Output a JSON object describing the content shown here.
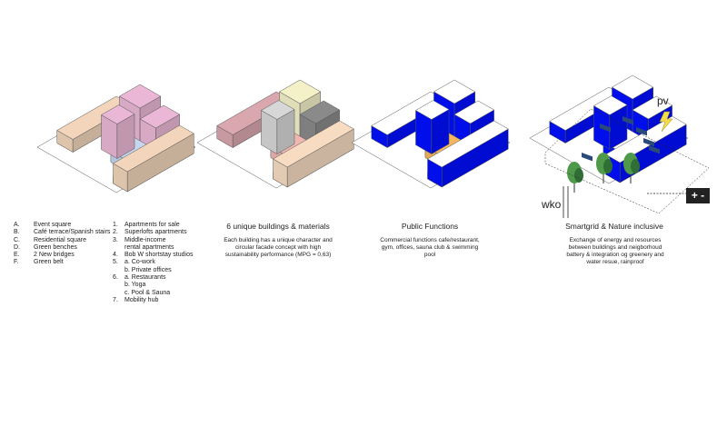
{
  "legend_letters": [
    {
      "key": "A.",
      "label": "Event square"
    },
    {
      "key": "B.",
      "label": "Café terrace/Spanish stairs"
    },
    {
      "key": "C.",
      "label": "Residential square"
    },
    {
      "key": "D.",
      "label": "Green benches"
    },
    {
      "key": "E.",
      "label": "2 New bridges"
    },
    {
      "key": "F.",
      "label": "Green belt"
    }
  ],
  "legend_numbers": [
    {
      "key": "1.",
      "label": "Apartments for sale"
    },
    {
      "key": "2.",
      "label": "Superlofts apartments"
    },
    {
      "key": "3.",
      "label": "Middle-income"
    },
    {
      "key": "",
      "label": "rental apartments"
    },
    {
      "key": "4.",
      "label": "Bob W shortstay studios"
    },
    {
      "key": "5.",
      "label": "a. Co-work"
    },
    {
      "key": "",
      "label": "b. Private offices"
    },
    {
      "key": "6.",
      "label": "a. Restaurants"
    },
    {
      "key": "",
      "label": "b. Yoga"
    },
    {
      "key": "",
      "label": "c.  Pool & Sauna"
    },
    {
      "key": "7.",
      "label": "Mobility hub"
    }
  ],
  "panels": [
    {
      "title": "6 unique buildings & materials",
      "description": "Each building has a unique character and circular facade concept with high sustainability performance (MPG = 0,63)"
    },
    {
      "title": "Public Functions",
      "description": "Commercial functions cafe/restaurant, gym, offices, sauna club & swimming pool"
    },
    {
      "title": "Smartgrid &  Nature inclusive",
      "description": "Exchange of energy and resources between buildings and neigborhoud battery & integration og greenery and water resue, rainproof"
    }
  ],
  "diagram_labels": {
    "pv": "pv",
    "wko": "wko",
    "battery": "+ -"
  },
  "colors": {
    "pink": "#eab8d6",
    "blue": "#c5d6ee",
    "green": "#cfe8c4",
    "peach": "#f2d5bb",
    "orange": "#f4b75f",
    "solar": "#2a4a7a",
    "tree": "#4f9a4a",
    "bolt": "#f3dc4a"
  }
}
